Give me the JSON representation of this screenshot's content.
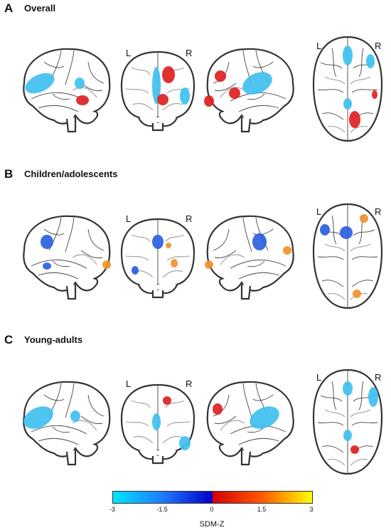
{
  "panels": [
    {
      "letter": "A",
      "title": "Overall",
      "coronal_labels": {
        "left": "L",
        "right": "R"
      },
      "axial_labels": {
        "left": "L",
        "right": "R"
      },
      "blobs": {
        "lateral_left": [
          {
            "color": "#3fc0f0"
          },
          {
            "color": "#3fc0f0"
          },
          {
            "color": "#e02020"
          }
        ],
        "coronal": [
          {
            "color": "#3fc0f0"
          },
          {
            "color": "#e02020"
          },
          {
            "color": "#e02020"
          },
          {
            "color": "#3fc0f0"
          }
        ],
        "lateral_right": [
          {
            "color": "#3fc0f0"
          },
          {
            "color": "#e02020"
          },
          {
            "color": "#e02020"
          },
          {
            "color": "#e02020"
          }
        ],
        "axial": [
          {
            "color": "#3fc0f0"
          },
          {
            "color": "#3fc0f0"
          },
          {
            "color": "#3fc0f0"
          },
          {
            "color": "#e02020"
          },
          {
            "color": "#e02020"
          }
        ]
      }
    },
    {
      "letter": "B",
      "title": "Children/adolescents",
      "coronal_labels": {
        "left": "L",
        "right": "R"
      },
      "axial_labels": {
        "left": "L",
        "right": "R"
      },
      "blobs": {
        "lateral_left": [
          {
            "color": "#2a5fe0"
          },
          {
            "color": "#2a5fe0"
          },
          {
            "color": "#f0922a"
          }
        ],
        "coronal": [
          {
            "color": "#2a5fe0"
          },
          {
            "color": "#2a5fe0"
          },
          {
            "color": "#f0922a"
          },
          {
            "color": "#f0922a"
          }
        ],
        "lateral_right": [
          {
            "color": "#2a5fe0"
          },
          {
            "color": "#f0922a"
          },
          {
            "color": "#f0922a"
          }
        ],
        "axial": [
          {
            "color": "#2a5fe0"
          },
          {
            "color": "#2a5fe0"
          },
          {
            "color": "#f0922a"
          },
          {
            "color": "#f0922a"
          }
        ]
      }
    },
    {
      "letter": "C",
      "title": "Young-adults",
      "coronal_labels": {
        "left": "L",
        "right": "R"
      },
      "axial_labels": {
        "left": "L",
        "right": "R"
      },
      "blobs": {
        "lateral_left": [
          {
            "color": "#3fc0f0"
          },
          {
            "color": "#3fc0f0"
          }
        ],
        "coronal": [
          {
            "color": "#3fc0f0"
          },
          {
            "color": "#e02020"
          },
          {
            "color": "#3fc0f0"
          }
        ],
        "lateral_right": [
          {
            "color": "#3fc0f0"
          },
          {
            "color": "#e02020"
          }
        ],
        "axial": [
          {
            "color": "#3fc0f0"
          },
          {
            "color": "#3fc0f0"
          },
          {
            "color": "#3fc0f0"
          },
          {
            "color": "#e02020"
          }
        ]
      }
    }
  ],
  "colorbar": {
    "ticks": [
      "-3",
      "-1.5",
      "0",
      "1.5",
      "3"
    ],
    "label": "SDM-Z"
  }
}
